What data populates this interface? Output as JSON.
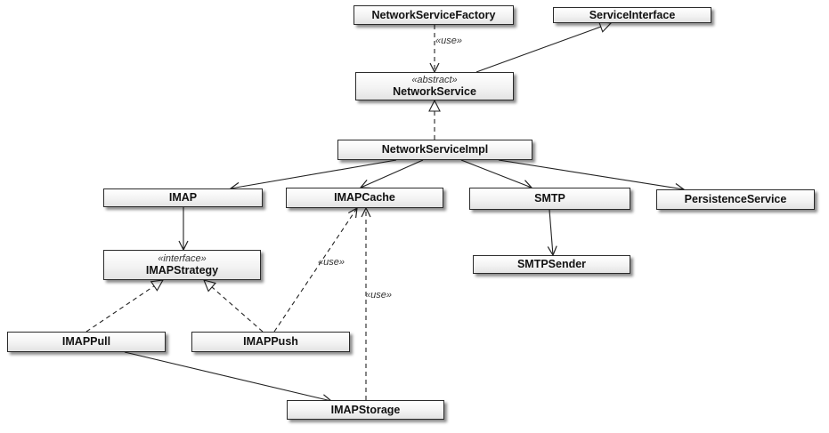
{
  "classes": {
    "network_service_factory": {
      "name": "NetworkServiceFactory"
    },
    "service_interface": {
      "name": "ServiceInterface"
    },
    "network_service": {
      "stereotype": "«abstract»",
      "name": "NetworkService"
    },
    "network_service_impl": {
      "name": "NetworkServiceImpl"
    },
    "imap": {
      "name": "IMAP"
    },
    "imap_cache": {
      "name": "IMAPCache"
    },
    "smtp": {
      "name": "SMTP"
    },
    "persistence_service": {
      "name": "PersistenceService"
    },
    "imap_strategy": {
      "stereotype": "«interface»",
      "name": "IMAPStrategy"
    },
    "smtp_sender": {
      "name": "SMTPSender"
    },
    "imap_pull": {
      "name": "IMAPPull"
    },
    "imap_push": {
      "name": "IMAPPush"
    },
    "imap_storage": {
      "name": "IMAPStorage"
    }
  },
  "relations": {
    "factory_uses_service": "«use»",
    "push_uses_cache": "«use»",
    "storage_uses_cache": "«use»"
  }
}
